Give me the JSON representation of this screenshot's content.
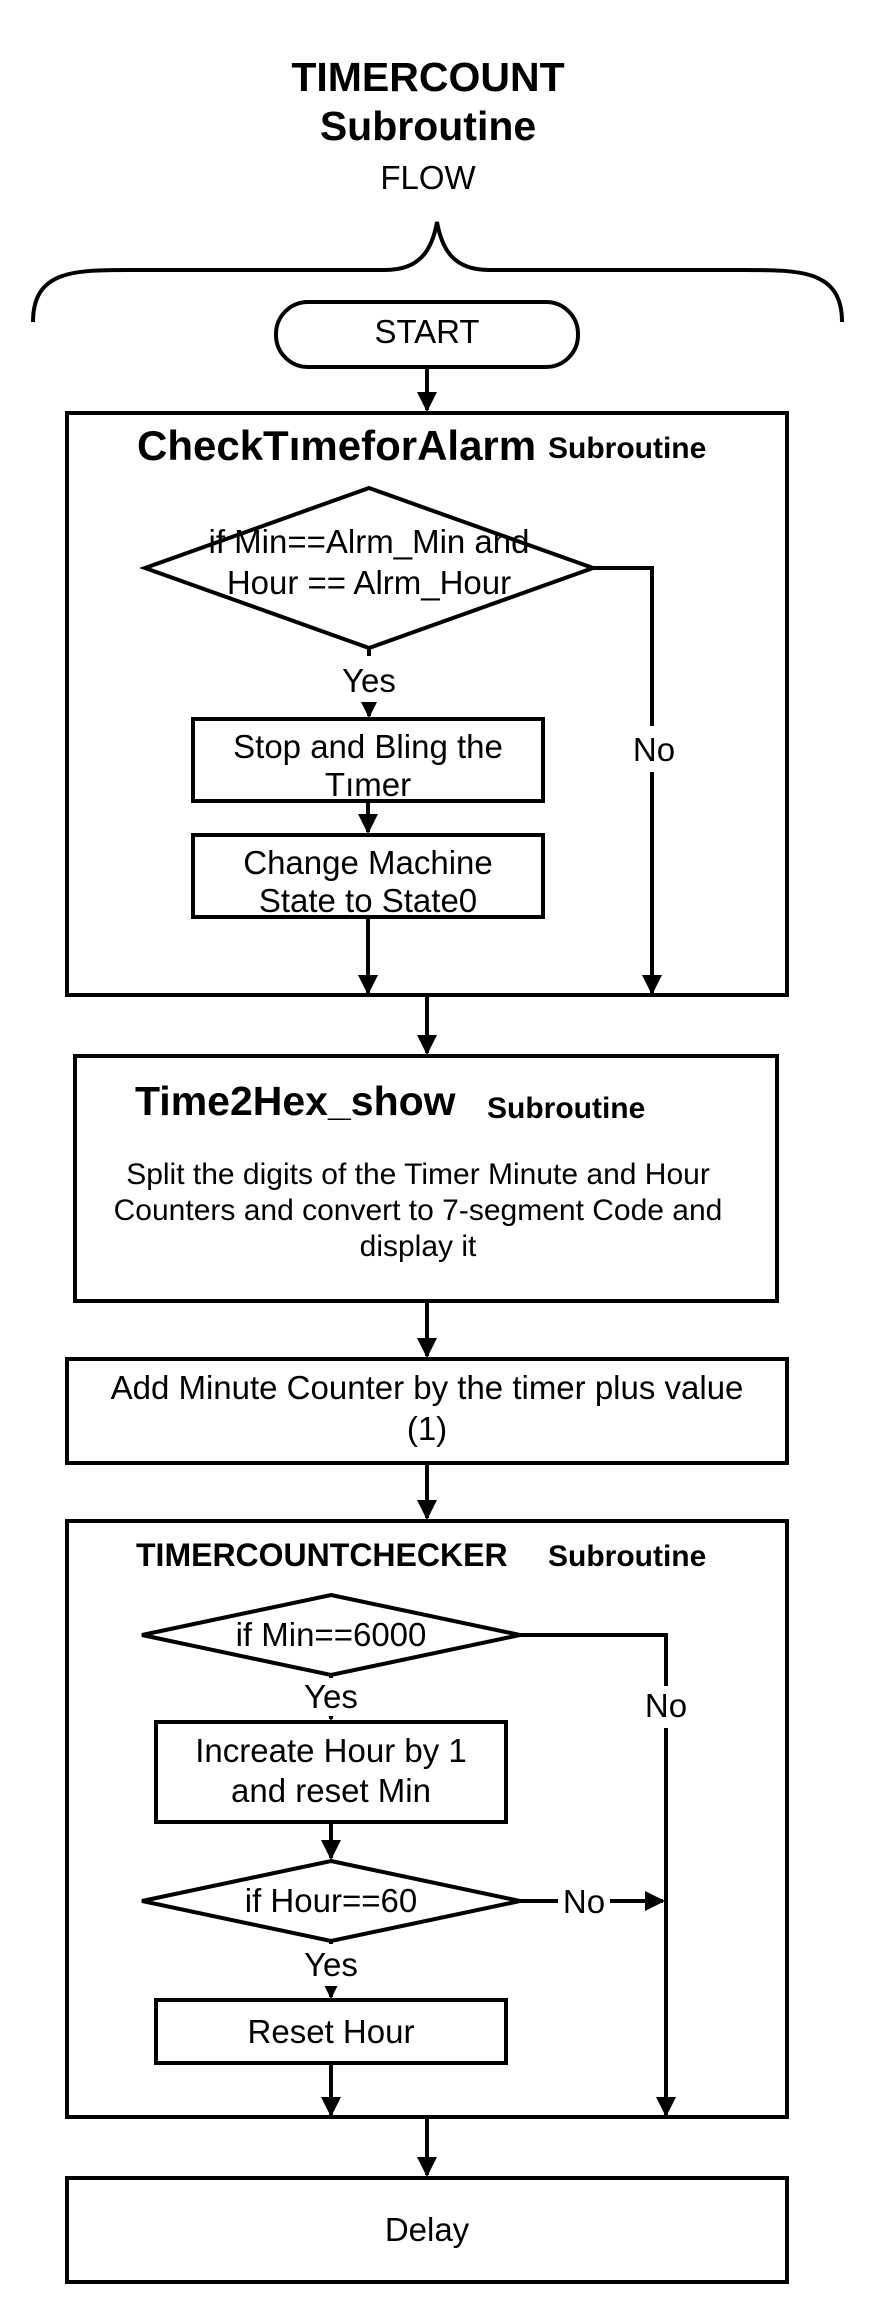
{
  "header": {
    "line1": "TIMERCOUNT",
    "line2": "Subroutine",
    "line3": "FLOW"
  },
  "start": "START",
  "check_alarm": {
    "title": "CheckTımeforAlarm",
    "subtitle": "Subroutine",
    "decision_line1": "if Min==Alrm_Min  and",
    "decision_line2": "Hour == Alrm_Hour",
    "yes": "Yes",
    "no": "No",
    "step1_line1": "Stop and Bling the",
    "step1_line2": "Tımer",
    "step2_line1": "Change Machine",
    "step2_line2": "State to State0"
  },
  "time2hex": {
    "title": "Time2Hex_show",
    "subtitle": "Subroutine",
    "desc_line1": "Split the digits of the Timer Minute and Hour",
    "desc_line2": "Counters and convert to 7-segment Code and",
    "desc_line3": "display it"
  },
  "add_minute": {
    "line1": "Add Minute Counter by the timer plus value",
    "line2": "(1)"
  },
  "checker": {
    "title": "TIMERCOUNTCHECKER",
    "subtitle": "Subroutine",
    "decision1": "if Min==6000",
    "yes1": "Yes",
    "no1": "No",
    "step1_line1": "Increate Hour by 1",
    "step1_line2": "and reset Min",
    "decision2": "if Hour==60",
    "yes2": "Yes",
    "no2": "No",
    "step2": "Reset Hour"
  },
  "delay": "Delay"
}
